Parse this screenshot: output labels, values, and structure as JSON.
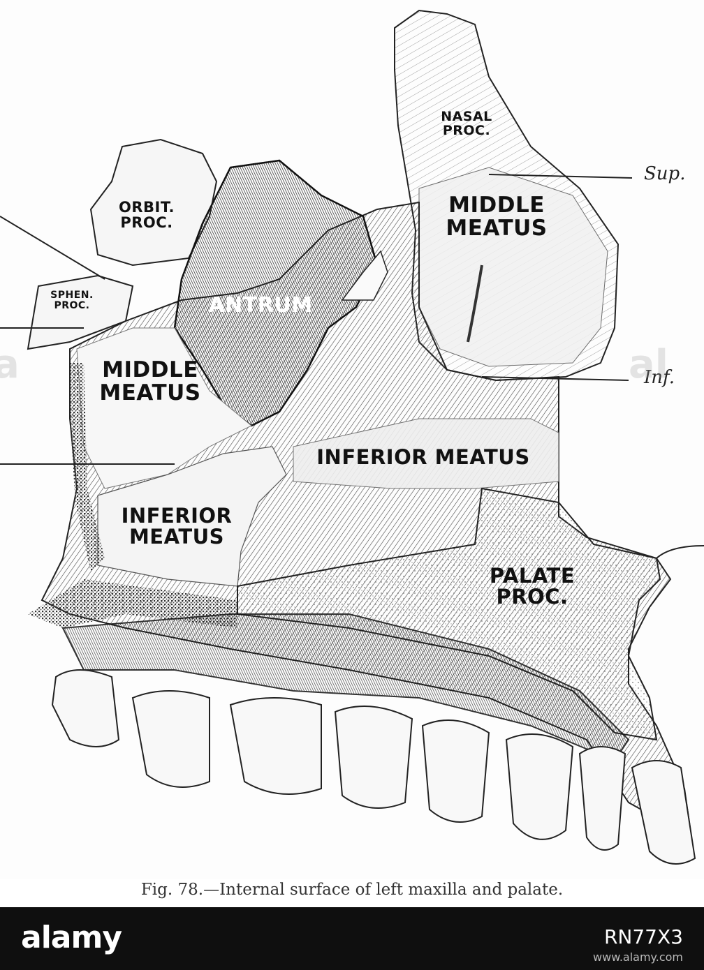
{
  "figure": {
    "caption": "Fig. 78.—Internal surface of left maxilla and palate.",
    "regions": {
      "nasal_proc": "NASAL\nPROC.",
      "orbit_proc": "ORBIT.\nPROC.",
      "sphen_proc": "SPHEN.\nPROC.",
      "antrum": "ANTRUM",
      "middle_meatus_right": "MIDDLE\nMEATUS",
      "middle_meatus_left": "MIDDLE\nMEATUS",
      "inferior_meatus_main": "INFERIOR MEATUS",
      "inferior_meatus_left": "INFERIOR\nMEATUS",
      "palate_proc": "PALATE\nPROC."
    },
    "side_labels": {
      "sup": "Sup.",
      "inf": "Inf."
    }
  },
  "watermark": {
    "logo": "alamy",
    "code": "RN77X3",
    "domain": "www.alamy.com"
  }
}
